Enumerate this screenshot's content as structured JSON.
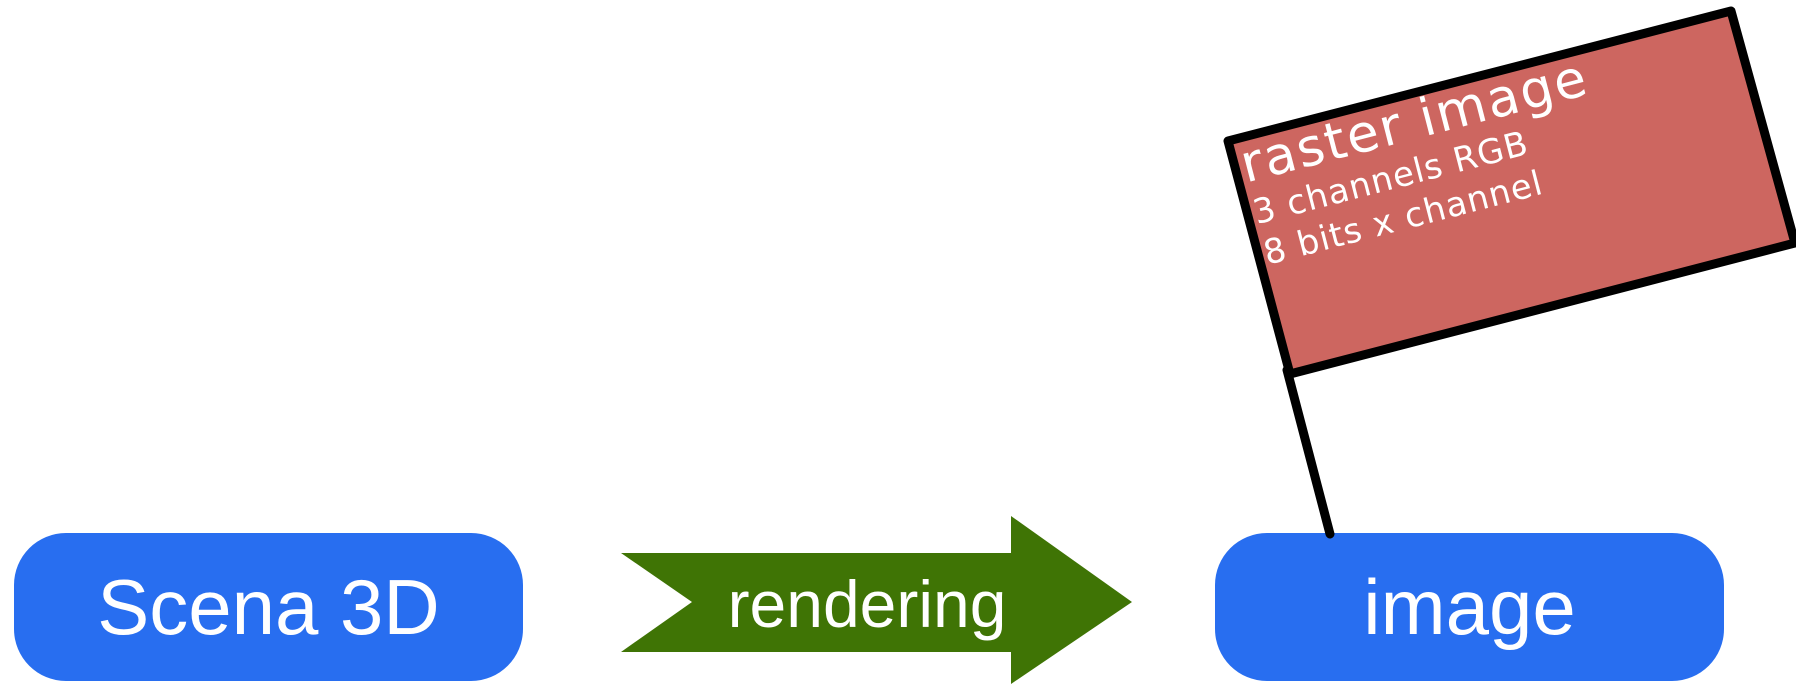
{
  "nodes": {
    "source": {
      "label": "Scena 3D"
    },
    "target": {
      "label": "image"
    }
  },
  "arrow": {
    "label": "rendering"
  },
  "flag": {
    "title": "raster image",
    "lines": [
      "3 channels RGB",
      "8 bits x channel"
    ]
  },
  "colors": {
    "node_fill": "#286ef0",
    "arrow_fill": "#3f7405",
    "flag_fill": "#cd6660",
    "flag_stroke": "#000000",
    "text": "#ffffff"
  }
}
